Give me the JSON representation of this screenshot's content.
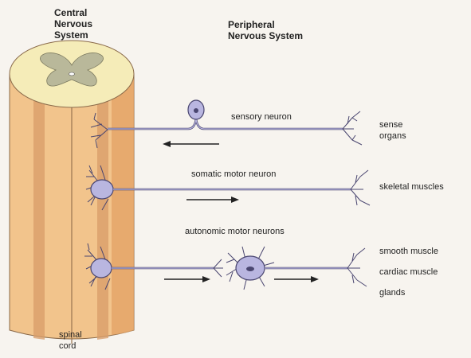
{
  "headings": {
    "cns": "Central\nNervous\nSystem",
    "pns": "Peripheral\nNervous System"
  },
  "labels": {
    "sensory_neuron": "sensory neuron",
    "somatic_motor_neuron": "somatic motor neuron",
    "autonomic_motor_neurons": "autonomic motor neurons",
    "sense_organs": "sense\norgans",
    "skeletal_muscles": "skeletal muscles",
    "smooth_muscle": "smooth muscle",
    "cardiac_muscle": "cardiac muscle",
    "glands": "glands",
    "spinal_cord": "spinal\ncord"
  },
  "colors": {
    "cord_orange": "#f2c48c",
    "cord_dark": "#e3a467",
    "cord_stripe": "#d89c68",
    "cross_section_outer": "#f5ecb8",
    "gray_matter": "#b9b89a",
    "neuron_fill": "#b9b6e0",
    "neuron_stroke": "#4a4670",
    "arrow": "#222222"
  }
}
